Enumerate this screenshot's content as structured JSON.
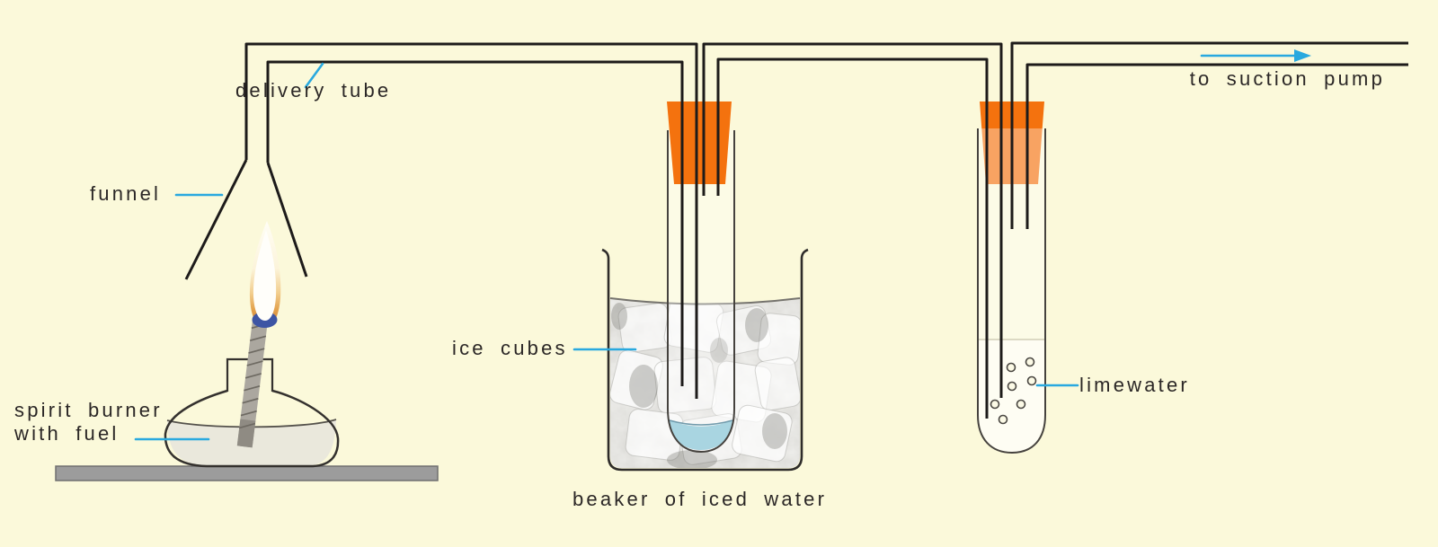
{
  "colors": {
    "background": "#FBF9DA",
    "line": "#1D1B1A",
    "accent_cyan": "#29A9DF",
    "stopper_orange": "#F4720E",
    "water_blue": "#A9D5E1",
    "fuel_fill": "#EAE8DC",
    "base_gray": "#9C9C9C",
    "text": "#2B2726"
  },
  "labels": {
    "delivery_tube": "delivery tube",
    "funnel": "funnel",
    "spirit_burner_line1": "spirit burner",
    "spirit_burner_line2": "with fuel",
    "ice_cubes": "ice cubes",
    "beaker": "beaker of iced water",
    "limewater": "limewater",
    "to_suction_pump": "to suction pump"
  }
}
